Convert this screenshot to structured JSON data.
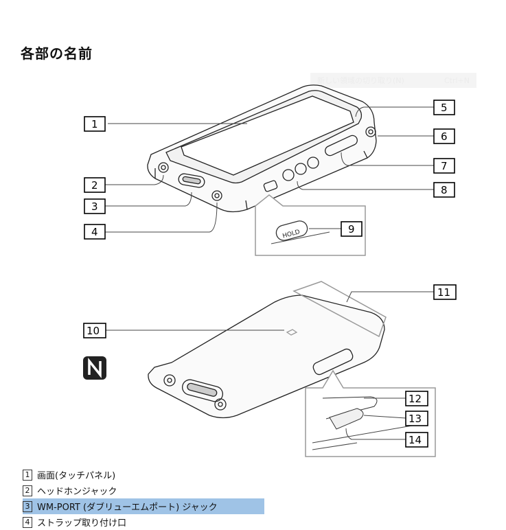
{
  "page": {
    "title": "各部の名前"
  },
  "ghost_menu": {
    "left": "新しい領域の切り取り(N)",
    "right": "Ctrl+N"
  },
  "callouts": [
    "1",
    "2",
    "3",
    "4",
    "5",
    "6",
    "7",
    "8",
    "9",
    "10",
    "11",
    "12",
    "13",
    "14"
  ],
  "device_text": {
    "hold": "HOLD"
  },
  "legend": [
    {
      "num": "1",
      "text": "画面(タッチパネル)"
    },
    {
      "num": "2",
      "text": "ヘッドホンジャック"
    },
    {
      "num": "3",
      "text": "WM-PORT (ダブリューエムポート) ジャック",
      "highlighted": true
    },
    {
      "num": "4",
      "text": "ストラップ取り付け口"
    }
  ]
}
